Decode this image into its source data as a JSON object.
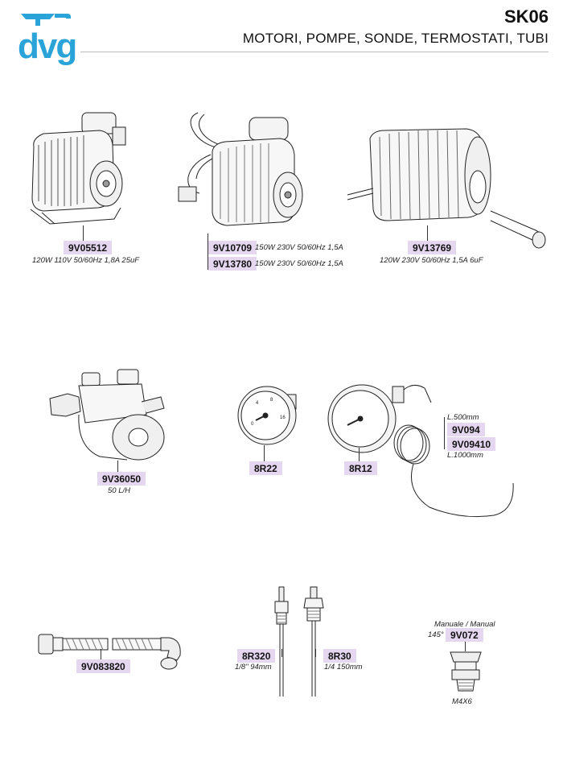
{
  "header": {
    "logo_text": "dvg",
    "code": "SK06",
    "subtitle": "MOTORI, POMPE, SONDE, TERMOSTATI, TUBI"
  },
  "parts": {
    "motor1": {
      "code": "9V05512",
      "desc": "120W 110V 50/60Hz 1,8A 25uF"
    },
    "motor2a": {
      "code": "9V10709",
      "desc": "150W 230V 50/60Hz 1,5A"
    },
    "motor2b": {
      "code": "9V13780",
      "desc": "150W 230V 50/60Hz 1,5A"
    },
    "motor3": {
      "code": "9V13769",
      "desc": "120W 230V 50/60Hz 1,5A 6uF"
    },
    "pump": {
      "code": "9V36050",
      "desc": "50 L/H"
    },
    "gauge1": {
      "code": "8R22"
    },
    "gauge2": {
      "code": "8R12"
    },
    "capillary_a": {
      "length": "L.500mm",
      "code": "9V094"
    },
    "capillary_b": {
      "code": "9V09410",
      "length": "L.1000mm"
    },
    "hose": {
      "code": "9V083820"
    },
    "probe1": {
      "code": "8R320",
      "desc": "1/8\" 94mm"
    },
    "probe2": {
      "code": "8R30",
      "desc": "1/4 150mm"
    },
    "thermostat": {
      "label": "Manuale / Manual",
      "angle": "145°",
      "code": "9V072",
      "thread": "M4X6"
    }
  },
  "colors": {
    "brand": "#29a3d8",
    "code_bg": "#e6d7f1",
    "line": "#333333"
  }
}
